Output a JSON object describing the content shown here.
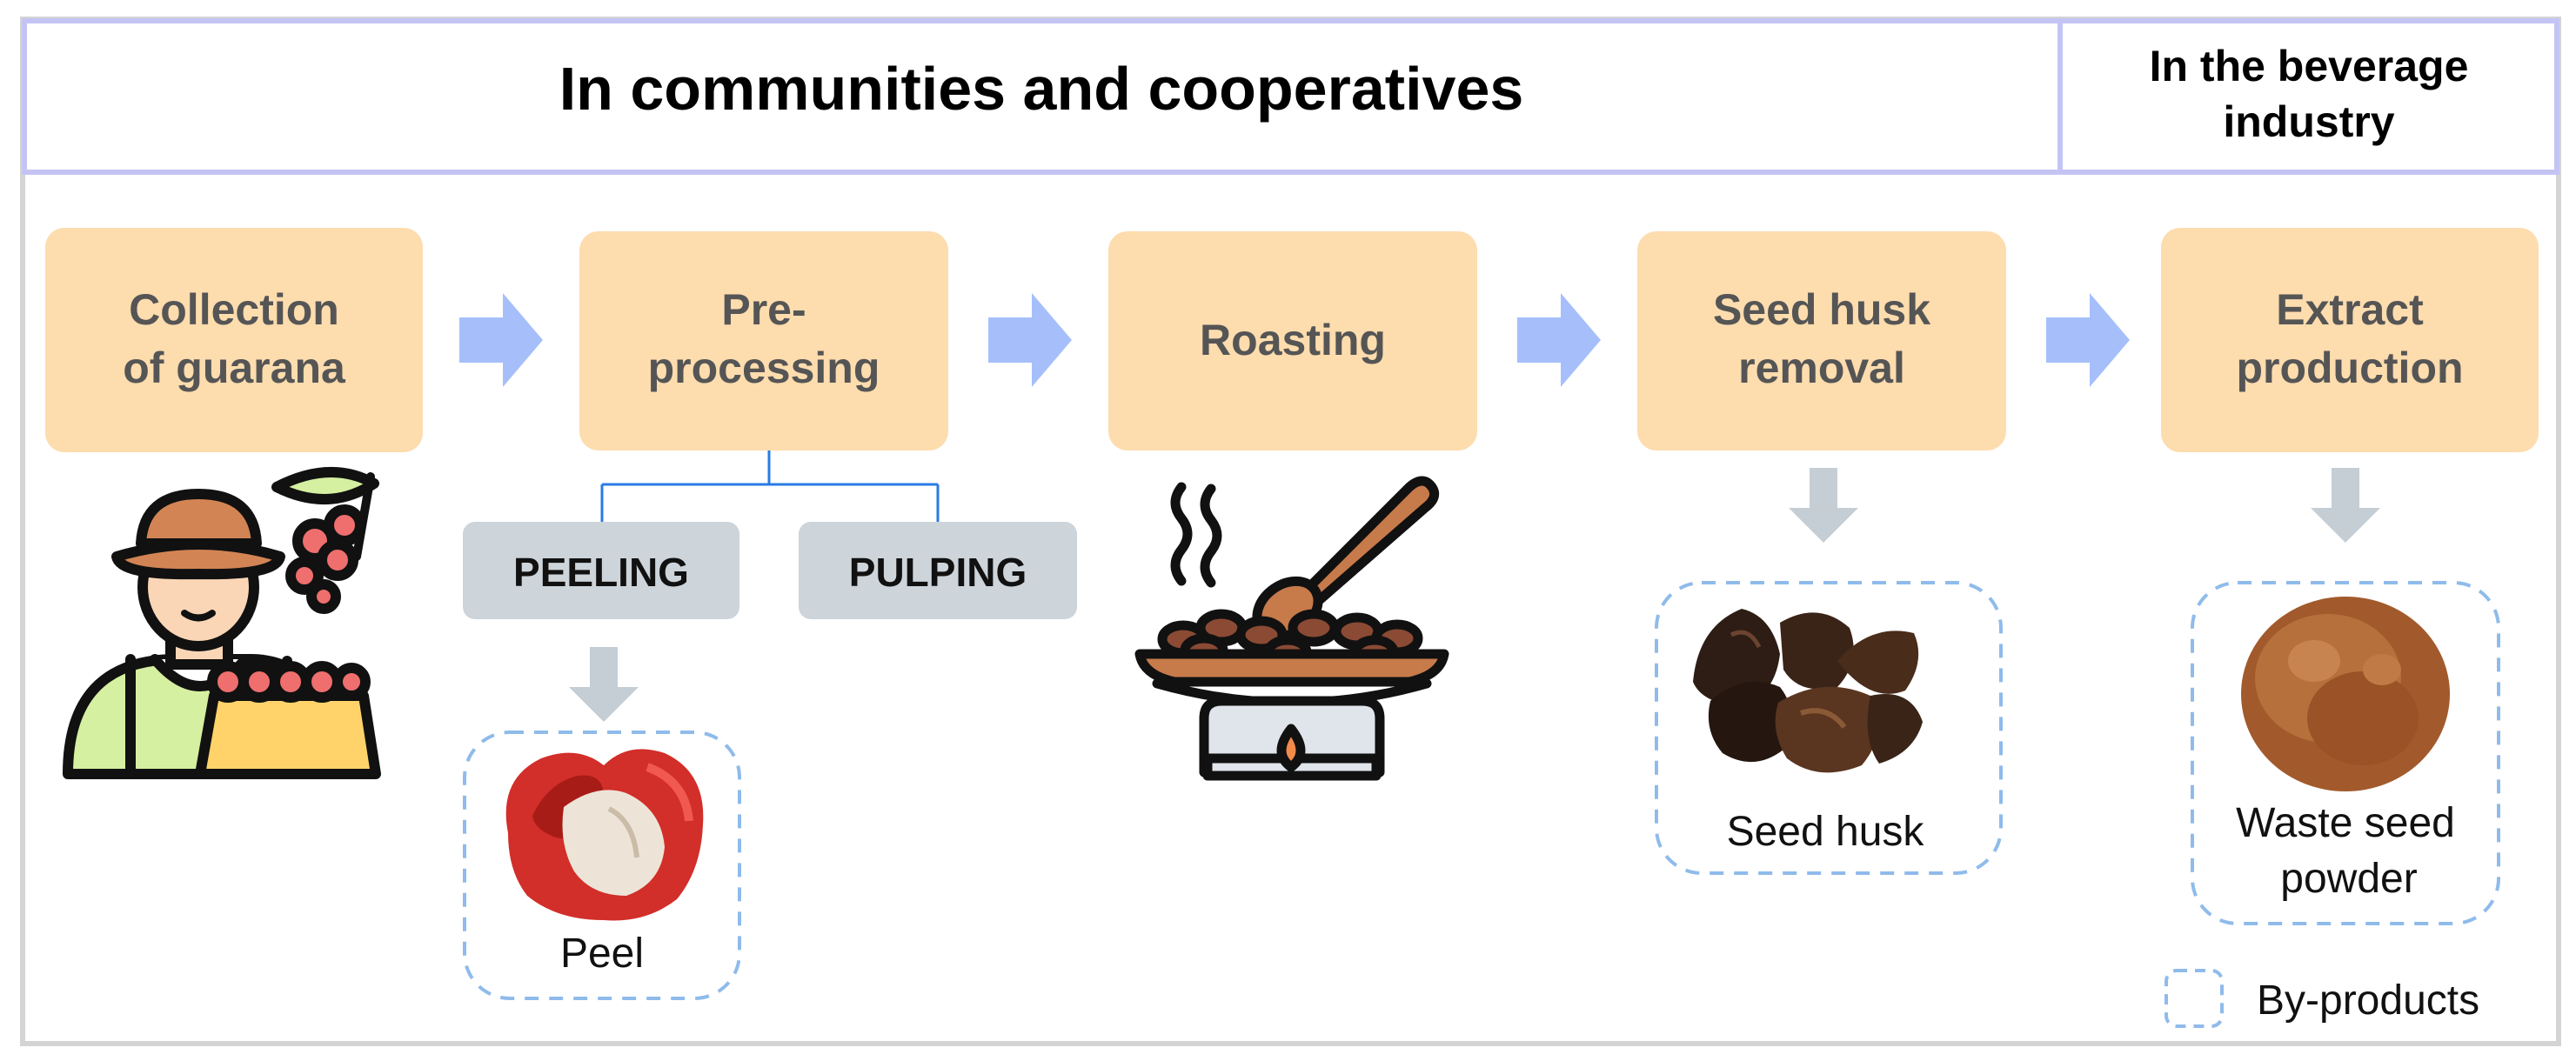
{
  "header": {
    "communities_title": "In communities and cooperatives",
    "industry_title_line1": "In the beverage",
    "industry_title_line2": "industry"
  },
  "steps": [
    {
      "line1": "Collection",
      "line2": "of guarana"
    },
    {
      "line1": "Pre-",
      "line2": "processing"
    },
    {
      "line1": "Roasting"
    },
    {
      "line1": "Seed husk",
      "line2": "removal"
    },
    {
      "line1": "Extract",
      "line2": "production"
    }
  ],
  "preprocessing_methods": [
    "PEELING",
    "PULPING"
  ],
  "byproducts": [
    {
      "label_line1": "Peel",
      "image": "guarana-peel-photo"
    },
    {
      "label_line1": "Seed husk",
      "image": "seed-husk-photo"
    },
    {
      "label_line1": "Waste seed",
      "label_line2": "powder",
      "image": "seed-powder-photo"
    }
  ],
  "legend": {
    "label": "By-products"
  },
  "icons": [
    "farmer-icon",
    "roasting-pan-icon",
    "arrow-right-icon",
    "arrow-down-icon"
  ],
  "colors": {
    "header_border": "#c4c4f4",
    "step_fill": "#fddcae",
    "step_text": "#555555",
    "method_fill": "#cdd4da",
    "arrow_right": "#a6bffb",
    "arrow_down": "#c5ced4",
    "byproduct_border": "#8fbbeb",
    "connector": "#2a7be4"
  }
}
